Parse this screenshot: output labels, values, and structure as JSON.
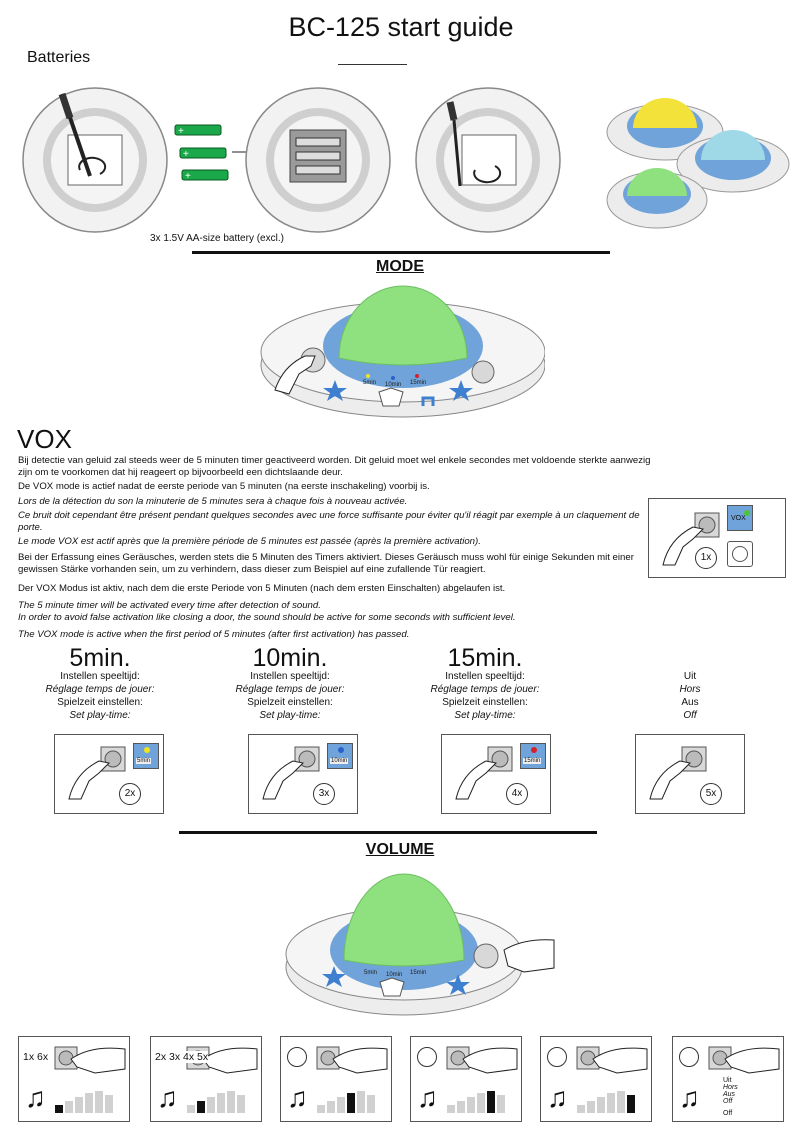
{
  "title": "BC-125 start guide",
  "batteries": {
    "heading": "Batteries",
    "caption": "3x 1.5V AA-size battery (excl.)"
  },
  "mode": {
    "heading": "MODE",
    "labels": [
      "5min",
      "10min",
      "15min"
    ]
  },
  "vox": {
    "heading": "VOX",
    "paragraphs": [
      "Bij detectie van geluid zal steeds weer de 5 minuten timer geactiveerd worden. Dit geluid moet wel enkele secondes met voldoende sterkte aanwezig zijn om te voorkomen dat hij reageert op bijvoorbeeld een dichtslaande deur.",
      "De VOX mode is actief nadat de eerste periode van 5 minuten (na eerste inschakeling) voorbij is.",
      "Lors de la détection du son la minuterie de 5 minutes sera à chaque fois à nouveau activée.",
      "Ce bruit doit cependant être présent pendant quelques secondes avec une force suffisante pour éviter qu'il réagit par exemple à un claquement de porte.",
      "Le mode VOX est actif après que la première période de 5 minutes est passée (après la première activation).",
      "Bei der Erfassung eines Geräusches, werden stets die 5 Minuten des Timers aktiviert. Dieses Geräusch muss wohl für einige Sekunden mit einer gewissen Stärke vorhanden sein, um zu verhindern, dass dieser zum Beispiel auf eine zufallende Tür reagiert.",
      "Der VOX Modus ist aktiv, nach dem die erste Periode von 5 Minuten (nach dem ersten Einschalten) abgelaufen ist.",
      "The 5 minute timer will be activated every time after detection of sound.",
      "In order to avoid false activation like closing a door, the sound should be active for some seconds with sufficient level.",
      "The VOX mode is active when the first period of 5 minutes (after first activation) has passed."
    ],
    "press_count": "1x",
    "key_label": "VOX"
  },
  "timers": [
    {
      "title": "5min.",
      "nl": "Instellen speeltijd:",
      "fr": "Réglage temps de jouer:",
      "de": "Spielzeit einstellen:",
      "en": "Set play-time:",
      "count": "2x",
      "screen": "5min",
      "led": "#f2e41c"
    },
    {
      "title": "10min.",
      "nl": "Instellen speeltijd:",
      "fr": "Réglage temps de jouer:",
      "de": "Spielzeit einstellen:",
      "en": "Set play-time:",
      "count": "3x",
      "screen": "10min",
      "led": "#2a62c9"
    },
    {
      "title": "15min.",
      "nl": "Instellen speeltijd:",
      "fr": "Réglage temps de jouer:",
      "de": "Spielzeit einstellen:",
      "en": "Set play-time:",
      "count": "4x",
      "screen": "15min",
      "led": "#d8202a"
    },
    {
      "title": "",
      "nl": "Uit",
      "fr": "Hors",
      "de": "Aus",
      "en": "Off",
      "count": "5x",
      "screen": "",
      "led": ""
    }
  ],
  "volume": {
    "heading": "VOLUME",
    "boxes": [
      {
        "count": "1x 6x",
        "level": 1
      },
      {
        "count": "2x 3x 4x 5x",
        "level": 2
      },
      {
        "count": "",
        "level": 4
      },
      {
        "count": "",
        "level": 5
      },
      {
        "count": "",
        "level": 6
      },
      {
        "count": "",
        "level": 0,
        "off": [
          "Uit",
          "Hors",
          "Aus",
          "Off",
          "Off"
        ]
      }
    ]
  },
  "colors": {
    "dome_green": "#8fe07e",
    "ring_blue": "#6fa3d9",
    "battery_green": "#1aa84a",
    "icon_blue": "#3f7fd0"
  }
}
